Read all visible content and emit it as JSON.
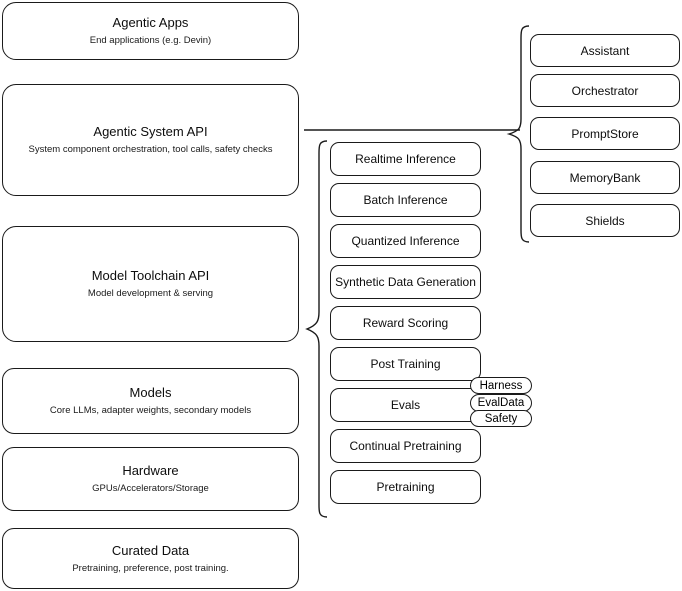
{
  "diagram": {
    "type": "layered-stack-diagram",
    "background_color": "#ffffff",
    "stroke_color": "#1a1a1a"
  },
  "left_stack": {
    "name": "platform-layers",
    "items": [
      {
        "title": "Agentic Apps",
        "sub": "End applications (e.g. Devin)"
      },
      {
        "title": "Agentic System API",
        "sub": "System component orchestration, tool calls, safety checks"
      },
      {
        "title": "Model Toolchain API",
        "sub": "Model development & serving"
      },
      {
        "title": "Models",
        "sub": "Core LLMs, adapter weights, secondary models"
      },
      {
        "title": "Hardware",
        "sub": "GPUs/Accelerators/Storage"
      },
      {
        "title": "Curated Data",
        "sub": "Pretraining, preference, post training."
      }
    ]
  },
  "middle_stack": {
    "name": "model-toolchain-capabilities",
    "items": [
      {
        "title": "Realtime Inference"
      },
      {
        "title": "Batch Inference"
      },
      {
        "title": "Quantized Inference"
      },
      {
        "title": "Synthetic Data Generation"
      },
      {
        "title": "Reward Scoring"
      },
      {
        "title": "Post Training"
      },
      {
        "title": "Evals"
      },
      {
        "title": "Continual Pretraining"
      },
      {
        "title": "Pretraining"
      }
    ]
  },
  "evals_pills": {
    "name": "evals-subcomponents",
    "items": [
      {
        "title": "Harness"
      },
      {
        "title": "EvalData"
      },
      {
        "title": "Safety"
      }
    ]
  },
  "right_stack": {
    "name": "agentic-system-components",
    "items": [
      {
        "title": "Assistant"
      },
      {
        "title": "Orchestrator"
      },
      {
        "title": "PromptStore"
      },
      {
        "title": "MemoryBank"
      },
      {
        "title": "Shields"
      }
    ]
  }
}
